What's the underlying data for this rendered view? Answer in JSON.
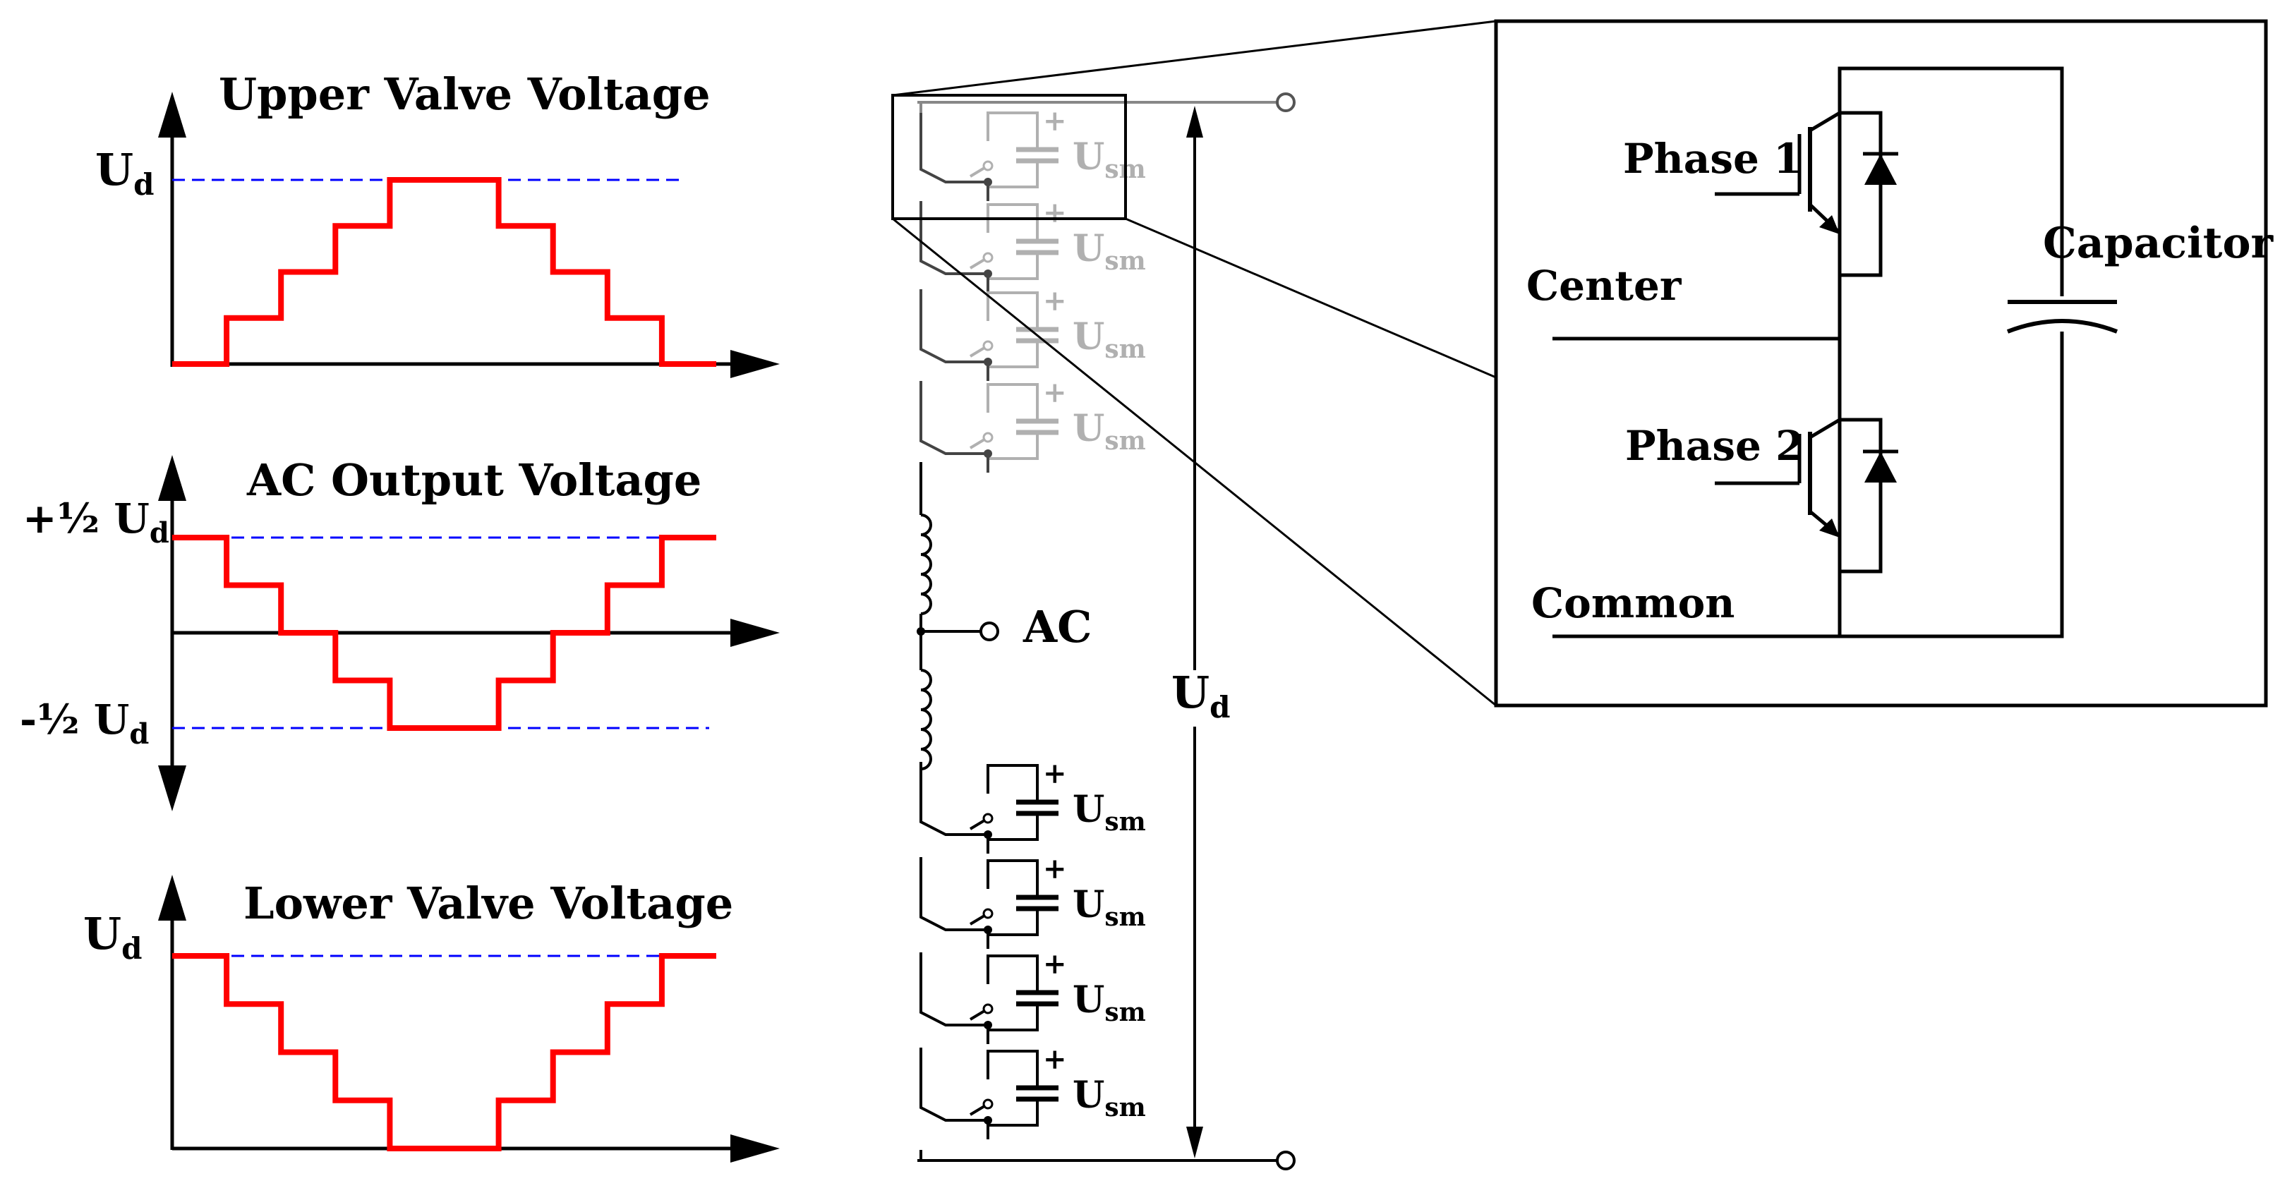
{
  "waveforms": {
    "upper": {
      "title": "Upper Valve Voltage",
      "level_label": {
        "main": "U",
        "sub": "d"
      },
      "levels": [
        0,
        1,
        2,
        3,
        4,
        4,
        3,
        2,
        1,
        0
      ],
      "max_level": 4
    },
    "ac": {
      "title": "AC Output Voltage",
      "pos_label": {
        "main": "+½ U",
        "sub": "d"
      },
      "neg_label": {
        "main": "-½ U",
        "sub": "d"
      },
      "levels": [
        2,
        1,
        0,
        -1,
        -2,
        -2,
        -1,
        0,
        1,
        2
      ],
      "max_level": 2
    },
    "lower": {
      "title": "Lower Valve Voltage",
      "level_label": {
        "main": "U",
        "sub": "d"
      },
      "levels": [
        4,
        3,
        2,
        1,
        0,
        0,
        1,
        2,
        3,
        4
      ],
      "max_level": 4
    }
  },
  "arm": {
    "submodule_label": {
      "main": "U",
      "sub": "sm"
    },
    "plus_sign": "+",
    "ac_label": "AC",
    "dc_label": {
      "main": "U",
      "sub": "d"
    },
    "upper_count": 4,
    "lower_count": 4
  },
  "detail": {
    "phase1_label": "Phase 1",
    "phase2_label": "Phase 2",
    "center_label": "Center",
    "common_label": "Common",
    "capacitor_label": "Capacitor"
  },
  "colors": {
    "waveform": "#ff0000",
    "reference_dashed": "#0000ff",
    "circuit": "#000000",
    "faded_circuit": "#b0b0b0"
  }
}
